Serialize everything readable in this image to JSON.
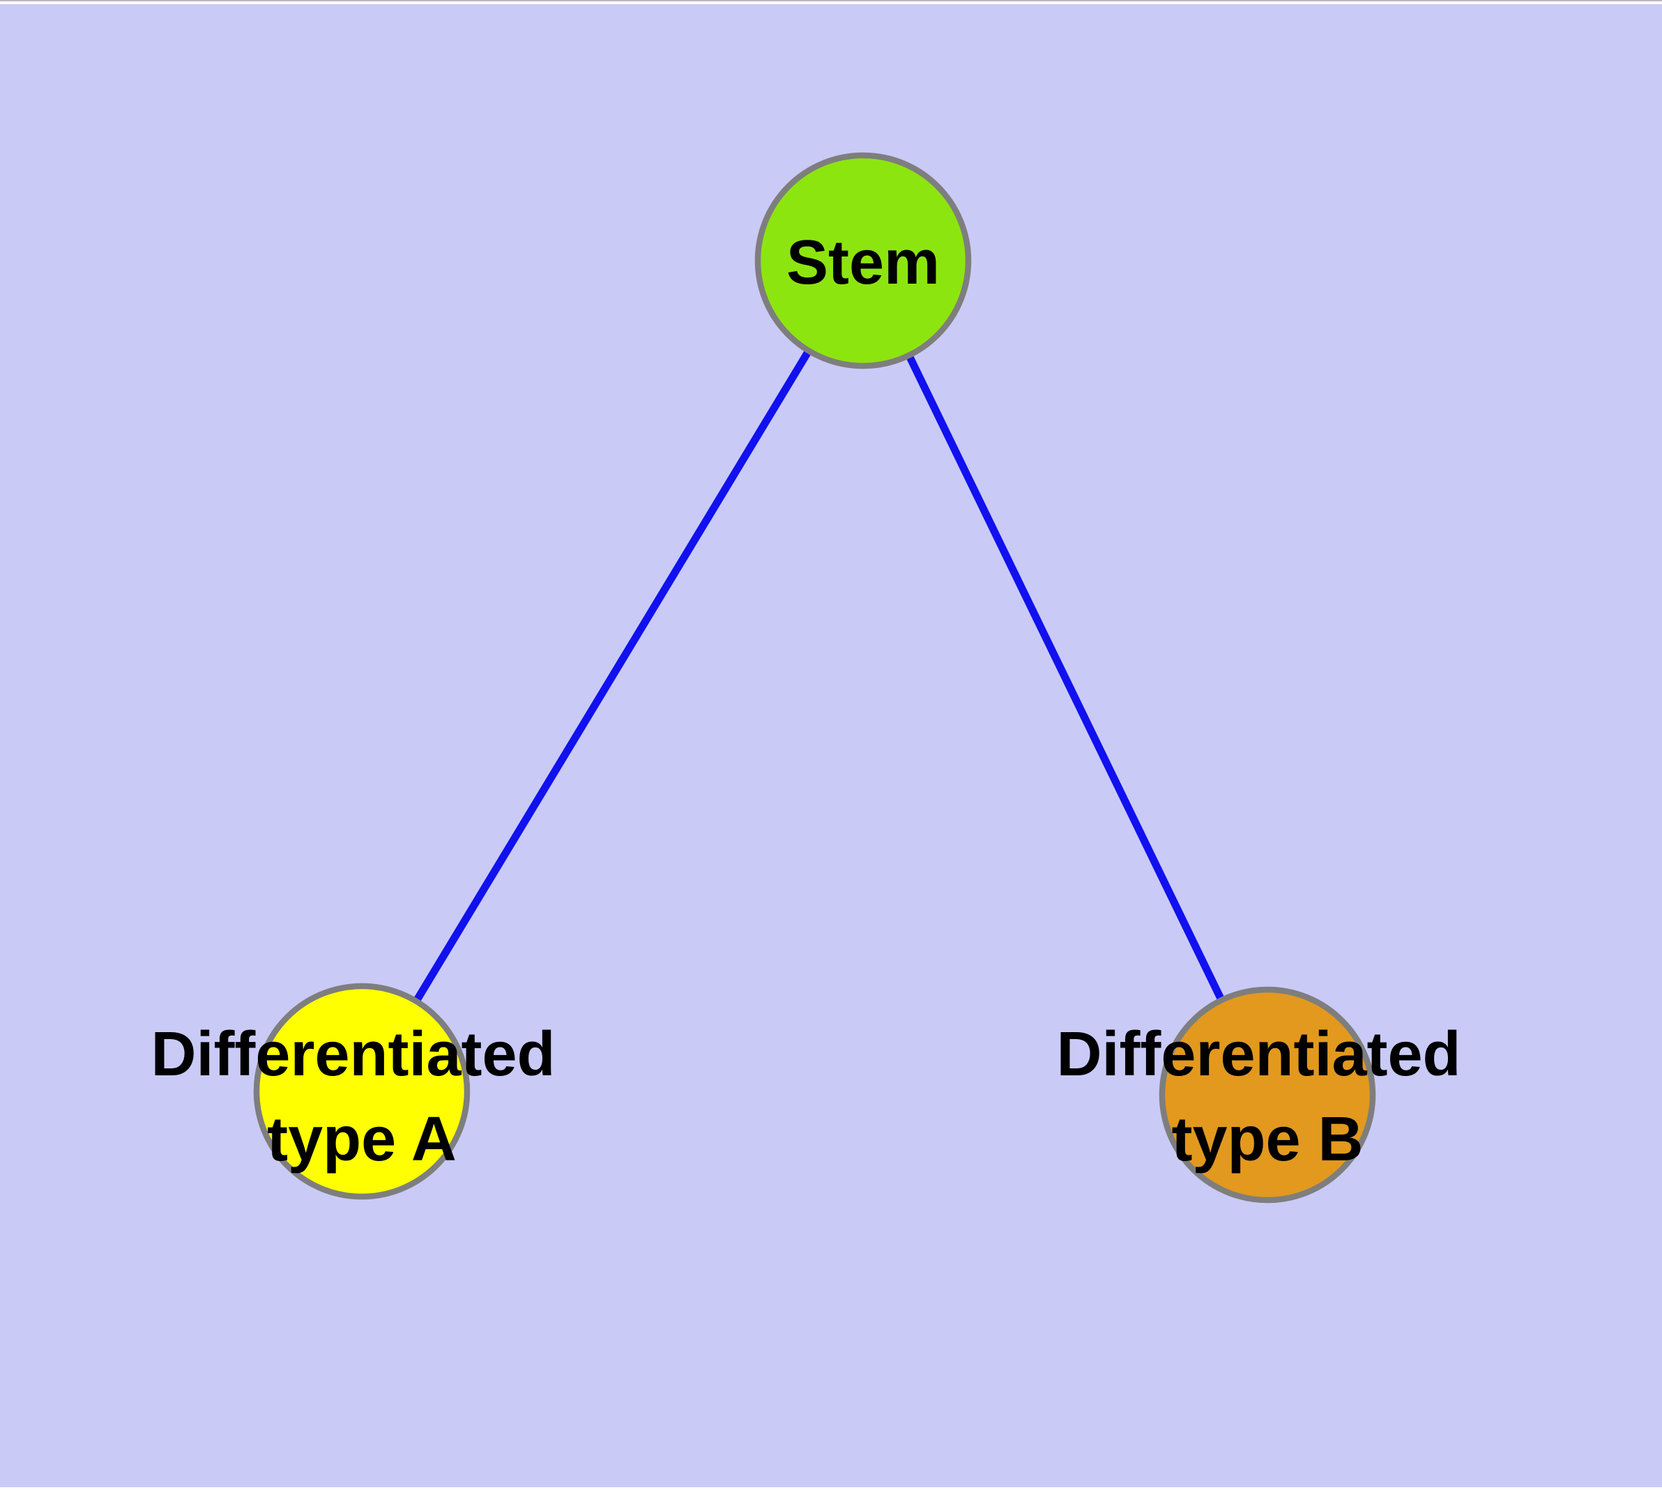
{
  "diagram": {
    "background_color": "#CACAF7",
    "margin_color": "#FFFFFF",
    "top_hairline_color": "#B9B9C4",
    "edge_color": "#1111EF",
    "node_border_color": "#7E7E7E",
    "label_color": "#000000",
    "nodes": {
      "stem": {
        "label": "Stem",
        "fill": "#8DE50F"
      },
      "type_a": {
        "label_line1": "Differentiated",
        "label_line2": "type A",
        "fill": "#FFFF00"
      },
      "type_b": {
        "label_line1": "Differentiated",
        "label_line2": "type B",
        "fill": "#E2991E"
      }
    },
    "edges": [
      {
        "name": "stem-to-type-a",
        "from": "Stem",
        "to": "Differentiated type A"
      },
      {
        "name": "stem-to-type-b",
        "from": "Stem",
        "to": "Differentiated type B"
      }
    ]
  }
}
